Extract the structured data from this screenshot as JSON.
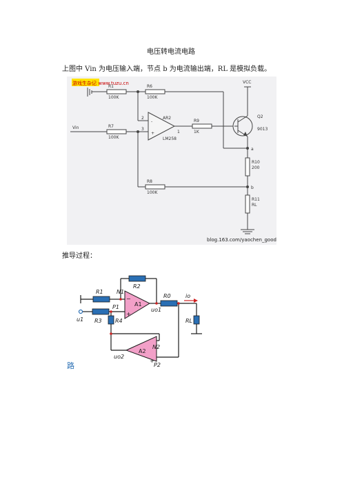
{
  "title": "电压转电流电路",
  "paragraph": "上图中 Vin 为电压输入端，节点 b 为电流输出端，RL 是模拟负载。",
  "figure1": {
    "logo": "游戏生杂记 www.tuzu.cn",
    "labels": {
      "r1": "R1",
      "r1_val": "100K",
      "r6": "R6",
      "r6_val": "100K",
      "r7": "R7",
      "r7_val": "100K",
      "r8": "R8",
      "r8_val": "100K",
      "r9": "R9",
      "r9_val": "1K",
      "r10": "R10",
      "r10_val": "200",
      "r11": "R11",
      "r11_val": "RL",
      "vin": "Vin",
      "vcc": "VCC",
      "q2": "Q2",
      "q2_type": "9013",
      "amp": "AR2",
      "amp_model": "LM258",
      "pin2": "2",
      "pin3": "3",
      "pin1": "1",
      "minus": "-",
      "plus": "+",
      "node_a": "a",
      "node_b": "b"
    },
    "watermark": "blog.163.com/yaochen_good"
  },
  "derivation_label": "推导过程：",
  "figure2": {
    "labels": {
      "r1": "R1",
      "r2": "R2",
      "r3": "R3",
      "r4": "R4",
      "r0": "R0",
      "rl": "RL",
      "n1": "N1",
      "p1": "P1",
      "n2": "N2",
      "p2": "P2",
      "a1": "A1",
      "a2": "A2",
      "u1": "u1",
      "uo1": "uo1",
      "uo2": "uo2",
      "io": "io",
      "minus": "−",
      "plus": "+"
    },
    "cut_char": "路"
  },
  "colors": {
    "fig1_bg": "#f1f1f3",
    "fig1_wire": "#444444",
    "fig2_wire": "#1a1a1a",
    "resistor_fill": "#2a6fb4",
    "amp_fill": "#f2a0c8",
    "node_red": "#cc2222",
    "io_arrow": "#d02020"
  }
}
